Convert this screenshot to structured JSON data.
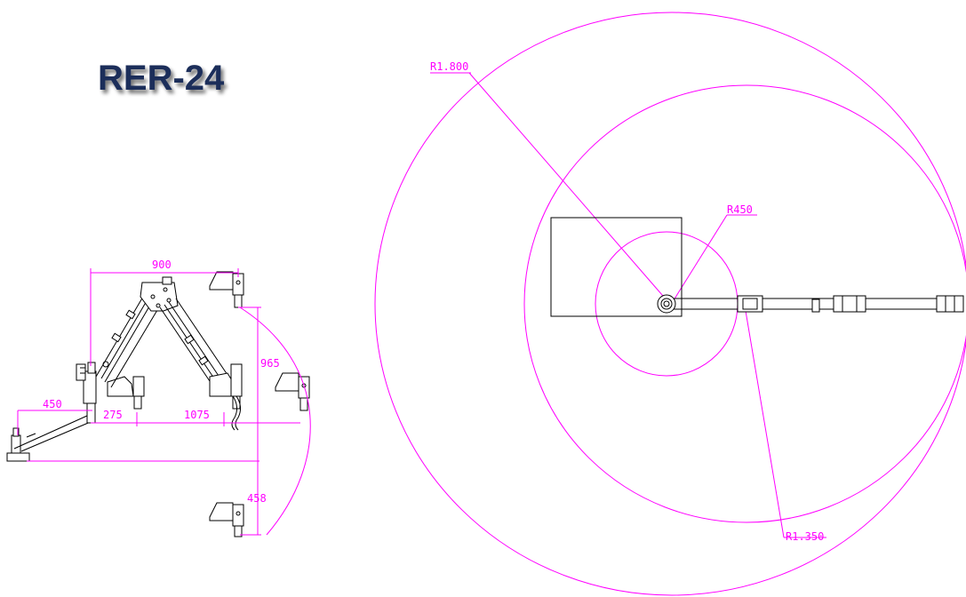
{
  "title": "RER-24",
  "colors": {
    "title": "#1c2e5a",
    "title_shadow": "#8c8c9c",
    "dimension": "#ff00ff",
    "drawing": "#000000",
    "background": "#ffffff"
  },
  "side_view": {
    "dimensions": {
      "top_width": "900",
      "vertical_reach": "965",
      "base_offset": "450",
      "column_offset": "275",
      "arm_reach": "1075",
      "lower_reach": "458"
    }
  },
  "top_view": {
    "radii": {
      "outer": "R1.800",
      "inner": "R450",
      "middle": "R1.350"
    }
  }
}
